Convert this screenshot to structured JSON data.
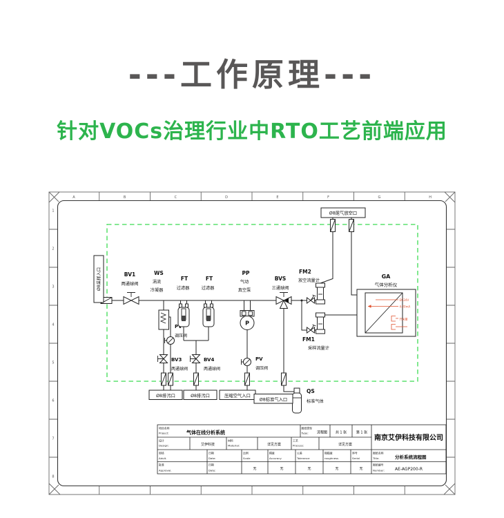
{
  "header": {
    "title": "---工作原理---",
    "subtitle": "针对VOCs治理行业中RTO工艺前端应用",
    "title_color": "#595757",
    "accent_color": "#2db44d"
  },
  "drawing": {
    "boundary_color": "#3bdb52",
    "signal_color": "#e0502d",
    "grid": {
      "letters": [
        "A",
        "B",
        "C",
        "D",
        "E",
        "F",
        "G",
        "H"
      ],
      "numbers": [
        "1",
        "2",
        "3",
        "4",
        "5",
        "6",
        "7",
        "8"
      ]
    },
    "ports": {
      "sample_inlet": "Ø8采样入口",
      "tail_gas_vent": "Ø8尾气放空口",
      "drain_left": "Ø8排污口",
      "drain_right": "Ø8排污口",
      "compressed_air": "压缩空气入口",
      "standard_gas": "Ø8标准气入口"
    },
    "components": {
      "bv1": {
        "tag": "BV1",
        "name": "两通球阀"
      },
      "ws": {
        "tag": "WS",
        "name1": "涡流",
        "name2": "冷凝器"
      },
      "ft1": {
        "tag": "FT",
        "name": "过滤器"
      },
      "ft2": {
        "tag": "FT",
        "name": "过滤器"
      },
      "pp": {
        "tag": "PP",
        "name1": "气动",
        "name2": "真空泵",
        "letter": "P"
      },
      "bvs": {
        "tag": "BVS",
        "name": "三通球阀"
      },
      "fm2": {
        "tag": "FM2",
        "name": "放空流量计"
      },
      "fm1": {
        "tag": "FM1",
        "name": "采样流量计"
      },
      "pv_ws": {
        "tag": "PV",
        "name": "调压阀"
      },
      "pv_air": {
        "tag": "PV",
        "name": "调压阀"
      },
      "bv3": {
        "tag": "BV3",
        "name": "两通球阀"
      },
      "bv4": {
        "tag": "BV4",
        "name": "两通球阀"
      },
      "qs": {
        "tag": "QS",
        "name": "标准气体"
      },
      "ga": {
        "tag": "GA",
        "name": "气体分析仪",
        "signals": [
          "DC24V",
          "4-20mA",
          "开关量"
        ]
      }
    },
    "titleblock": {
      "project_label_cn": "项目名称",
      "project_label_en": "Project:",
      "project_value": "气体在线分析系统",
      "type_label_cn": "图纸类型",
      "type_label_en": "Type:",
      "type_value": "流程图",
      "sheet_total": "共 1 张",
      "sheet_no": "第 1 张",
      "company": "南京艾伊科技有限公司",
      "design_label_cn": "设计",
      "design_label_en": "Design:",
      "design_value": "艾伊科技",
      "material_label_cn": "材料",
      "material_label_en": "Material:",
      "material_value": "详见方案",
      "process_label_cn": "工艺",
      "process_label_en": "Process:",
      "process_value": "详见方案",
      "audit_label_cn": "审核",
      "audit_label_en": "Adult.",
      "date1_label_cn": "日期",
      "date1_label_en": "Date:",
      "scale_label_cn": "比例",
      "scale_label_en": "Scale",
      "accuracy_label_cn": "精度",
      "accuracy_label_en": "Accuracy",
      "tolerance_label_cn": "公差",
      "tolerance_label_en": "Tolerance",
      "roughness_label_cn": "粗糙度",
      "roughness_label_en": "roughness",
      "serial_label_cn": "序号",
      "serial_label_en": "Serial",
      "title_label_cn": "图纸名称",
      "title_label_en": "Title.",
      "title_value": "分析系统流程图",
      "approval_label_cn": "批准",
      "approval_label_en": "Approval.",
      "date2_label_cn": "日期",
      "date2_label_en": "Date:",
      "number_label_cn": "图纸编号",
      "number_label_en": "Number:",
      "number_value": "AE-AGP200-R",
      "none_values": [
        "无",
        "无",
        "无",
        "无",
        "无"
      ]
    }
  }
}
